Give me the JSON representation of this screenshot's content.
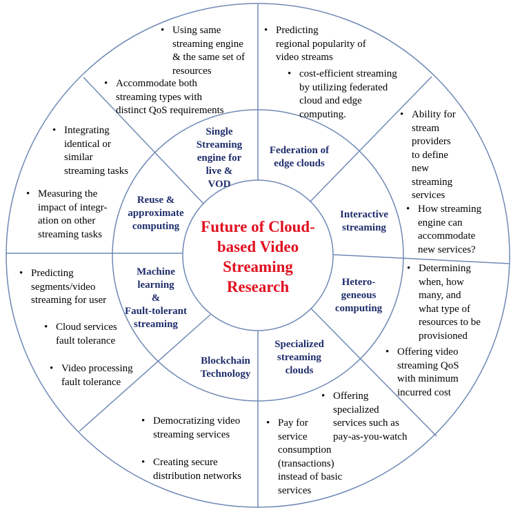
{
  "diagram": {
    "center_title": [
      "Future of Cloud-",
      "based Video",
      "Streaming",
      "Research"
    ],
    "categories": {
      "single_engine": [
        "Single",
        "Streaming",
        "engine for",
        "live &",
        "VOD"
      ],
      "federation": [
        "Federation of",
        "edge clouds"
      ],
      "interactive": [
        "Interactive",
        "streaming"
      ],
      "heterogeneous": [
        "Hetero-",
        "geneous",
        "computing"
      ],
      "specialized": [
        "Specialized",
        "streaming",
        "clouds"
      ],
      "blockchain": [
        "Blockchain",
        "Technology"
      ],
      "ml_fault": [
        "Machine",
        "learning",
        "&",
        "Fault-tolerant",
        "streaming"
      ],
      "reuse": [
        "Reuse &",
        "approximate",
        "computing"
      ]
    },
    "bullets": {
      "single_engine_1": [
        "Using same",
        "streaming engine",
        "& the same set of",
        "resources"
      ],
      "single_engine_2": [
        "Accommodate both",
        "streaming types with",
        "distinct QoS requirements"
      ],
      "federation_1": [
        "Predicting",
        "regional popularity of",
        "video streams"
      ],
      "federation_2": [
        "cost-efficient streaming",
        "by utilizing federated",
        "cloud and edge",
        "computing."
      ],
      "interactive_1": [
        "Ability for",
        "stream",
        "providers",
        "to define",
        "new",
        "streaming",
        "services"
      ],
      "interactive_2": [
        "How streaming",
        "engine can",
        "accommodate",
        "new services?"
      ],
      "hetero_1": [
        "Determining",
        "when, how",
        "many, and",
        "what type of",
        "resources to be",
        "provisioned"
      ],
      "hetero_2": [
        "Offering video",
        "streaming QoS",
        "with minimum",
        "incurred cost"
      ],
      "specialized_1": [
        "Offering",
        "specialized",
        "services such as",
        "pay-as-you-watch"
      ],
      "specialized_2": [
        "Pay for",
        "service",
        "consumption",
        "(transactions)",
        "instead of basic",
        "services"
      ],
      "blockchain_1": [
        "Democratizing video",
        "streaming services"
      ],
      "blockchain_2": [
        "Creating secure",
        "distribution networks"
      ],
      "ml_1": [
        "Predicting",
        "segments/video",
        "streaming for user"
      ],
      "ml_2": [
        "Cloud services",
        "fault tolerance"
      ],
      "ml_3": [
        "Video processing",
        "fault tolerance"
      ],
      "reuse_1": [
        "Integrating",
        "identical or",
        "similar",
        "streaming tasks"
      ],
      "reuse_2": [
        "Measuring the",
        "impact of integr-",
        "ation on other",
        "streaming tasks"
      ]
    },
    "colors": {
      "title": "#e0101f",
      "category": "#1f2d6b",
      "line": "#6f88b5"
    }
  }
}
